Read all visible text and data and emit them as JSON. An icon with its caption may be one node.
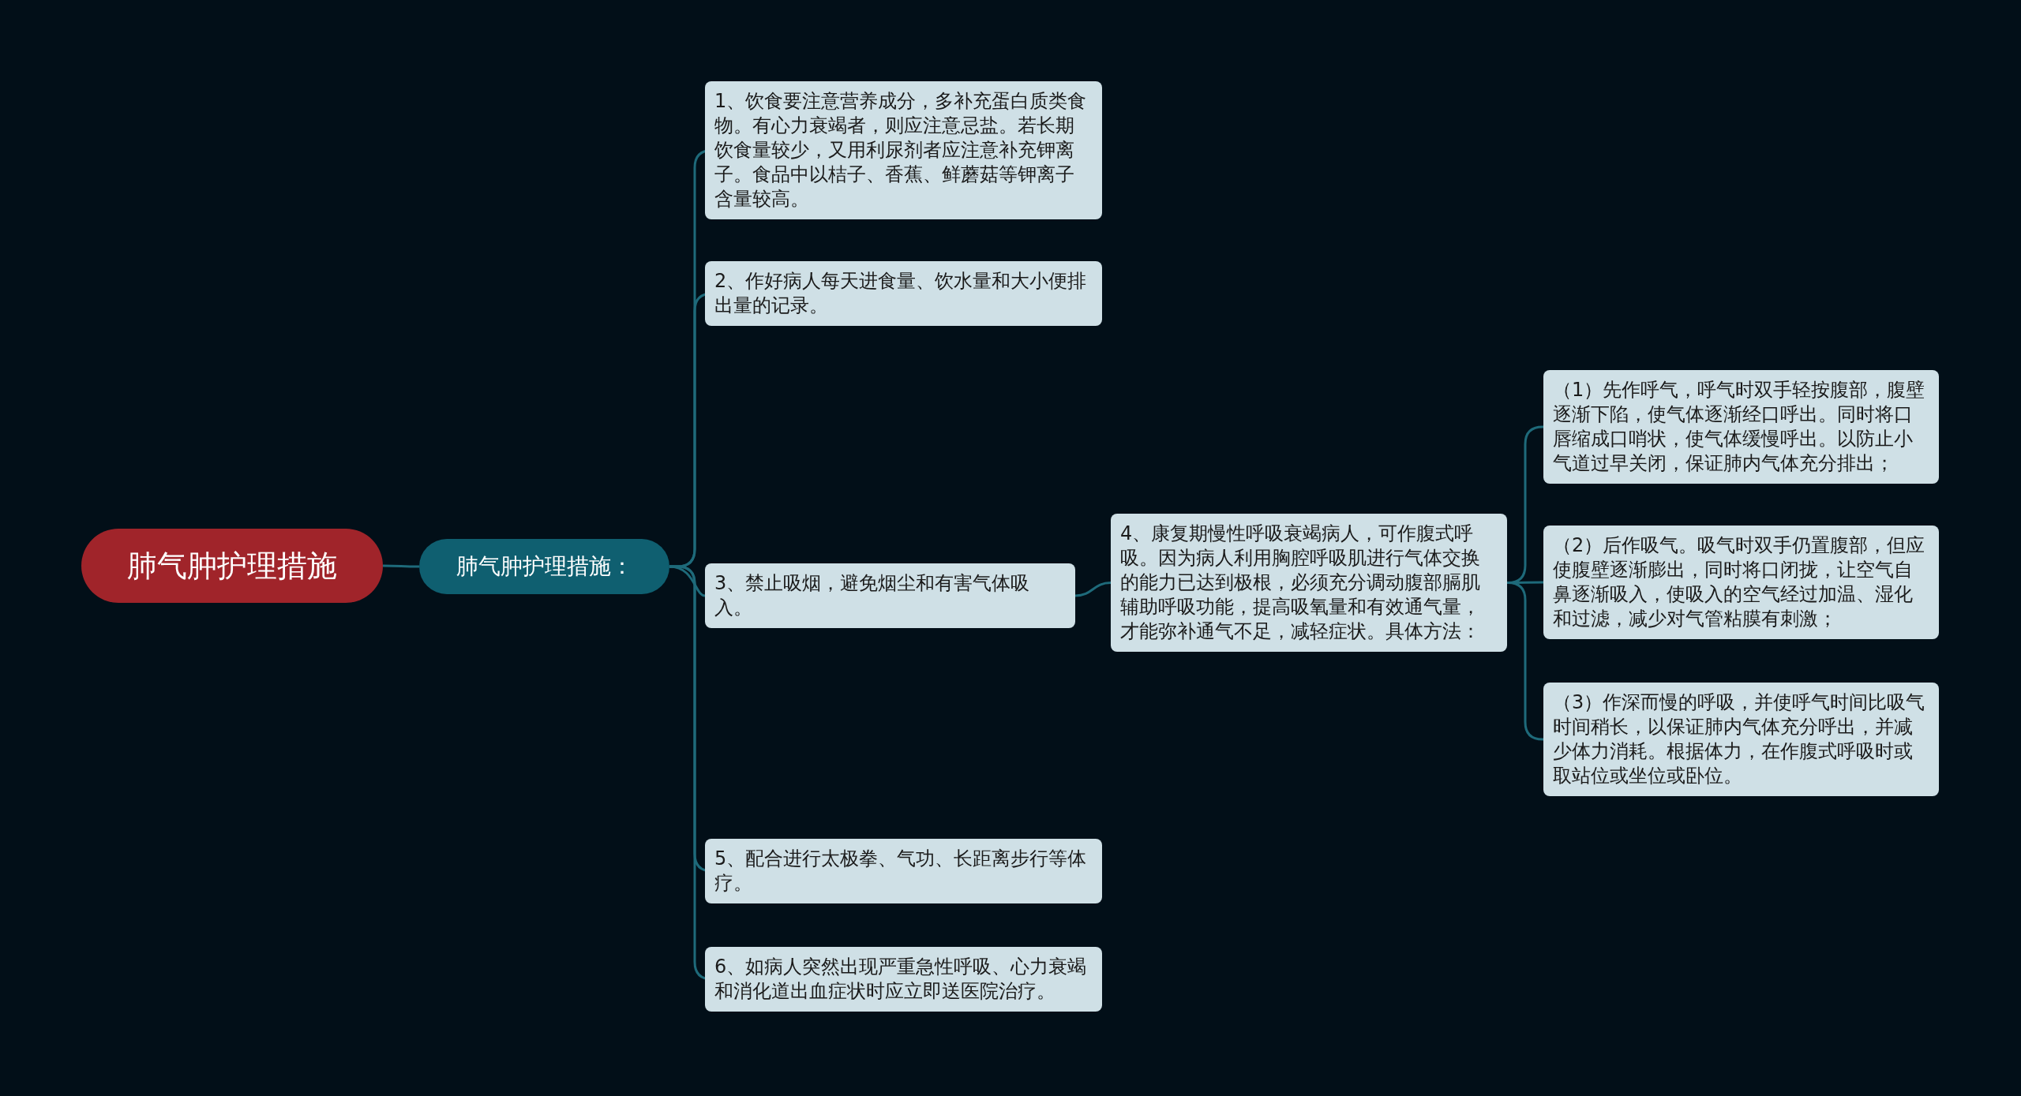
{
  "diagram": {
    "nodes": [
      {
        "text": [
          "肺气肿护理措施"
        ]
      },
      {
        "text": [
          "肺气肿护理措施："
        ]
      },
      {
        "text": [
          "1、饮食要注意营养成分，多补充蛋白质类食物。有心力衰竭者，则应注意忌盐。若长期饮食量较少，又用利尿剂者应注意补充钾离子。食品中以桔子、香蕉、鲜蘑菇等钾离子含量较高。"
        ]
      },
      {
        "text": [
          "2、作好病人每天进食量、饮水量和大小便排出量的记录。"
        ]
      },
      {
        "text": [
          "3、禁止吸烟，避免烟尘和有害气体吸入。"
        ]
      },
      {
        "text": [
          "4、康复期慢性呼吸衰竭病人，可作腹式呼吸。因为病人利用胸腔呼吸肌进行气体交换的能力已达到极根，必须充分调动腹部膈肌辅助呼吸功能，提高吸氧量和有效通气量，才能弥补通气不足，减轻症状。具体方法："
        ]
      },
      {
        "text": [
          "（1）先作呼气，呼气时双手轻按腹部，腹壁逐渐下陷，使气体逐渐经口呼出。同时将口唇缩成口哨状，使气体缓慢呼出。以防止小气道过早关闭，保证肺内气体充分排出；"
        ]
      },
      {
        "text": [
          "（2）后作吸气。吸气时双手仍置腹部，但应使腹壁逐渐膨出，同时将口闭拢，让空气自鼻逐渐吸入，使吸入的空气经过加温、湿化和过滤，减少对气管粘膜有刺激；"
        ]
      },
      {
        "text": [
          "（3）作深而慢的呼吸，并使呼气时间比吸气时间稍长，以保证肺内气体充分呼出，并减少体力消耗。根据体力，在作腹式呼吸时或取站位或坐位或卧位。"
        ]
      },
      {
        "text": [
          "5、配合进行太极拳、气功、长距离步行等体疗。"
        ]
      },
      {
        "text": [
          "6、如病人突然出现严重急性呼吸、心力衰竭和消化道出血症状时应立即送医院治疗。"
        ]
      }
    ],
    "edges": [
      {
        "from": 0,
        "to": 1,
        "arrow": "none"
      },
      {
        "from": 1,
        "to": 2,
        "arrow": "none"
      },
      {
        "from": 1,
        "to": 3,
        "arrow": "none"
      },
      {
        "from": 1,
        "to": 4,
        "arrow": "none"
      },
      {
        "from": 4,
        "to": 5,
        "arrow": "none"
      },
      {
        "from": 5,
        "to": 6,
        "arrow": "none"
      },
      {
        "from": 5,
        "to": 7,
        "arrow": "none"
      },
      {
        "from": 5,
        "to": 8,
        "arrow": "none"
      },
      {
        "from": 1,
        "to": 9,
        "arrow": "none"
      },
      {
        "from": 1,
        "to": 10,
        "arrow": "none"
      }
    ]
  }
}
